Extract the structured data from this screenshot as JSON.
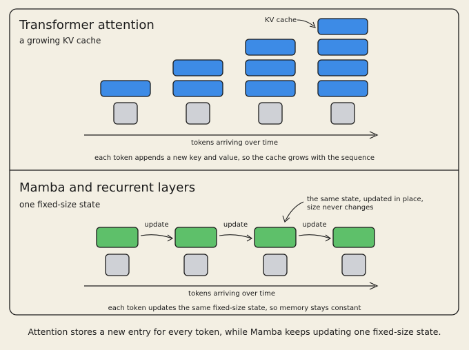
{
  "top": {
    "title": "Transformer attention",
    "subtitle": "a growing KV cache",
    "kv_label": "KV cache",
    "axis_label": "tokens arriving over time",
    "note": "each token appends a new key and value, so the cache grows with the sequence",
    "stack_counts": [
      1,
      2,
      3,
      4
    ]
  },
  "bottom": {
    "title": "Mamba and recurrent layers",
    "subtitle": "one fixed-size state",
    "callout": [
      "the same state, updated in place,",
      "size never changes"
    ],
    "update_label": "update",
    "axis_label": "tokens arriving over time",
    "note": "each token updates the same fixed-size state, so memory stays constant",
    "state_count": 4
  },
  "caption": "Attention stores a new entry for every token, while Mamba keeps updating one fixed-size state.",
  "colors": {
    "background": "#f3efe3",
    "kv_block": "#3d8be6",
    "state_block": "#5ec06a",
    "token_block": "#cfd1d6",
    "ink": "#1b1b1b"
  }
}
